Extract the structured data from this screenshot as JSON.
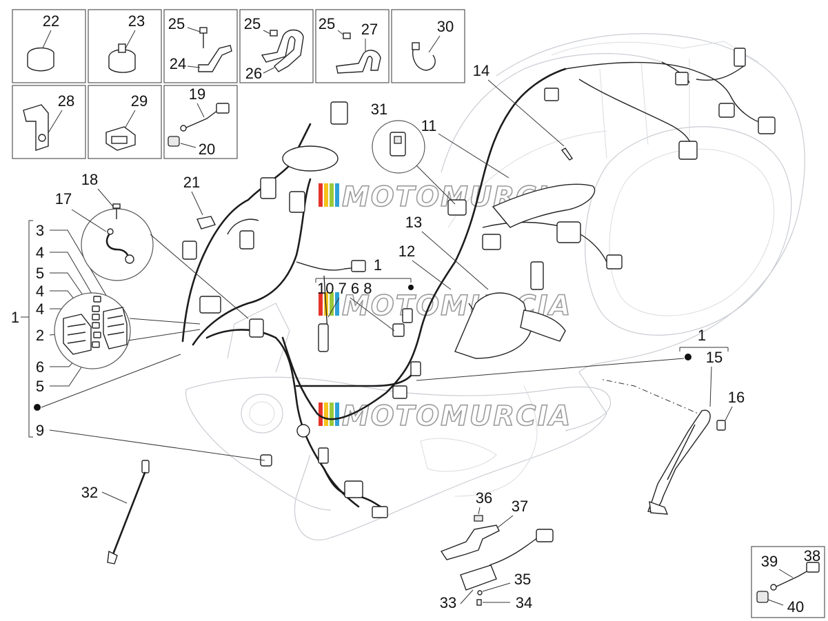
{
  "watermark": {
    "text": "MOTOMURCIA",
    "stripe_colors": [
      "#e5332a",
      "#f6c21c",
      "#9bc83c",
      "#2ea0d8"
    ]
  },
  "top_boxes": {
    "b22": "22",
    "b23": "23",
    "b24": [
      "25",
      "24"
    ],
    "b26": [
      "25",
      "26"
    ],
    "b27": [
      "25",
      "27"
    ],
    "b30": "30",
    "b28": "28",
    "b29": "29",
    "b19": [
      "19",
      "20"
    ]
  },
  "callouts": {
    "c1a": "1",
    "c1b": "1",
    "c1c": "1",
    "c2": "2",
    "c3": "3",
    "c4a": "4",
    "c4b": "4",
    "c4c": "4",
    "c5a": "5",
    "c5b": "5",
    "c6": "6",
    "c9": "9",
    "c11": "11",
    "c12": "12",
    "c13": "13",
    "c14": "14",
    "c15": "15",
    "c16": "16",
    "c17": "17",
    "c18": "18",
    "c21": "21",
    "c31": "31",
    "c32": "32",
    "c33": "33",
    "c34": "34",
    "c35": "35",
    "c36": "36",
    "c37": "37",
    "c38": "38",
    "c39": "39",
    "c40": "40",
    "group_10_7_6_8": "10 7 6   8"
  }
}
